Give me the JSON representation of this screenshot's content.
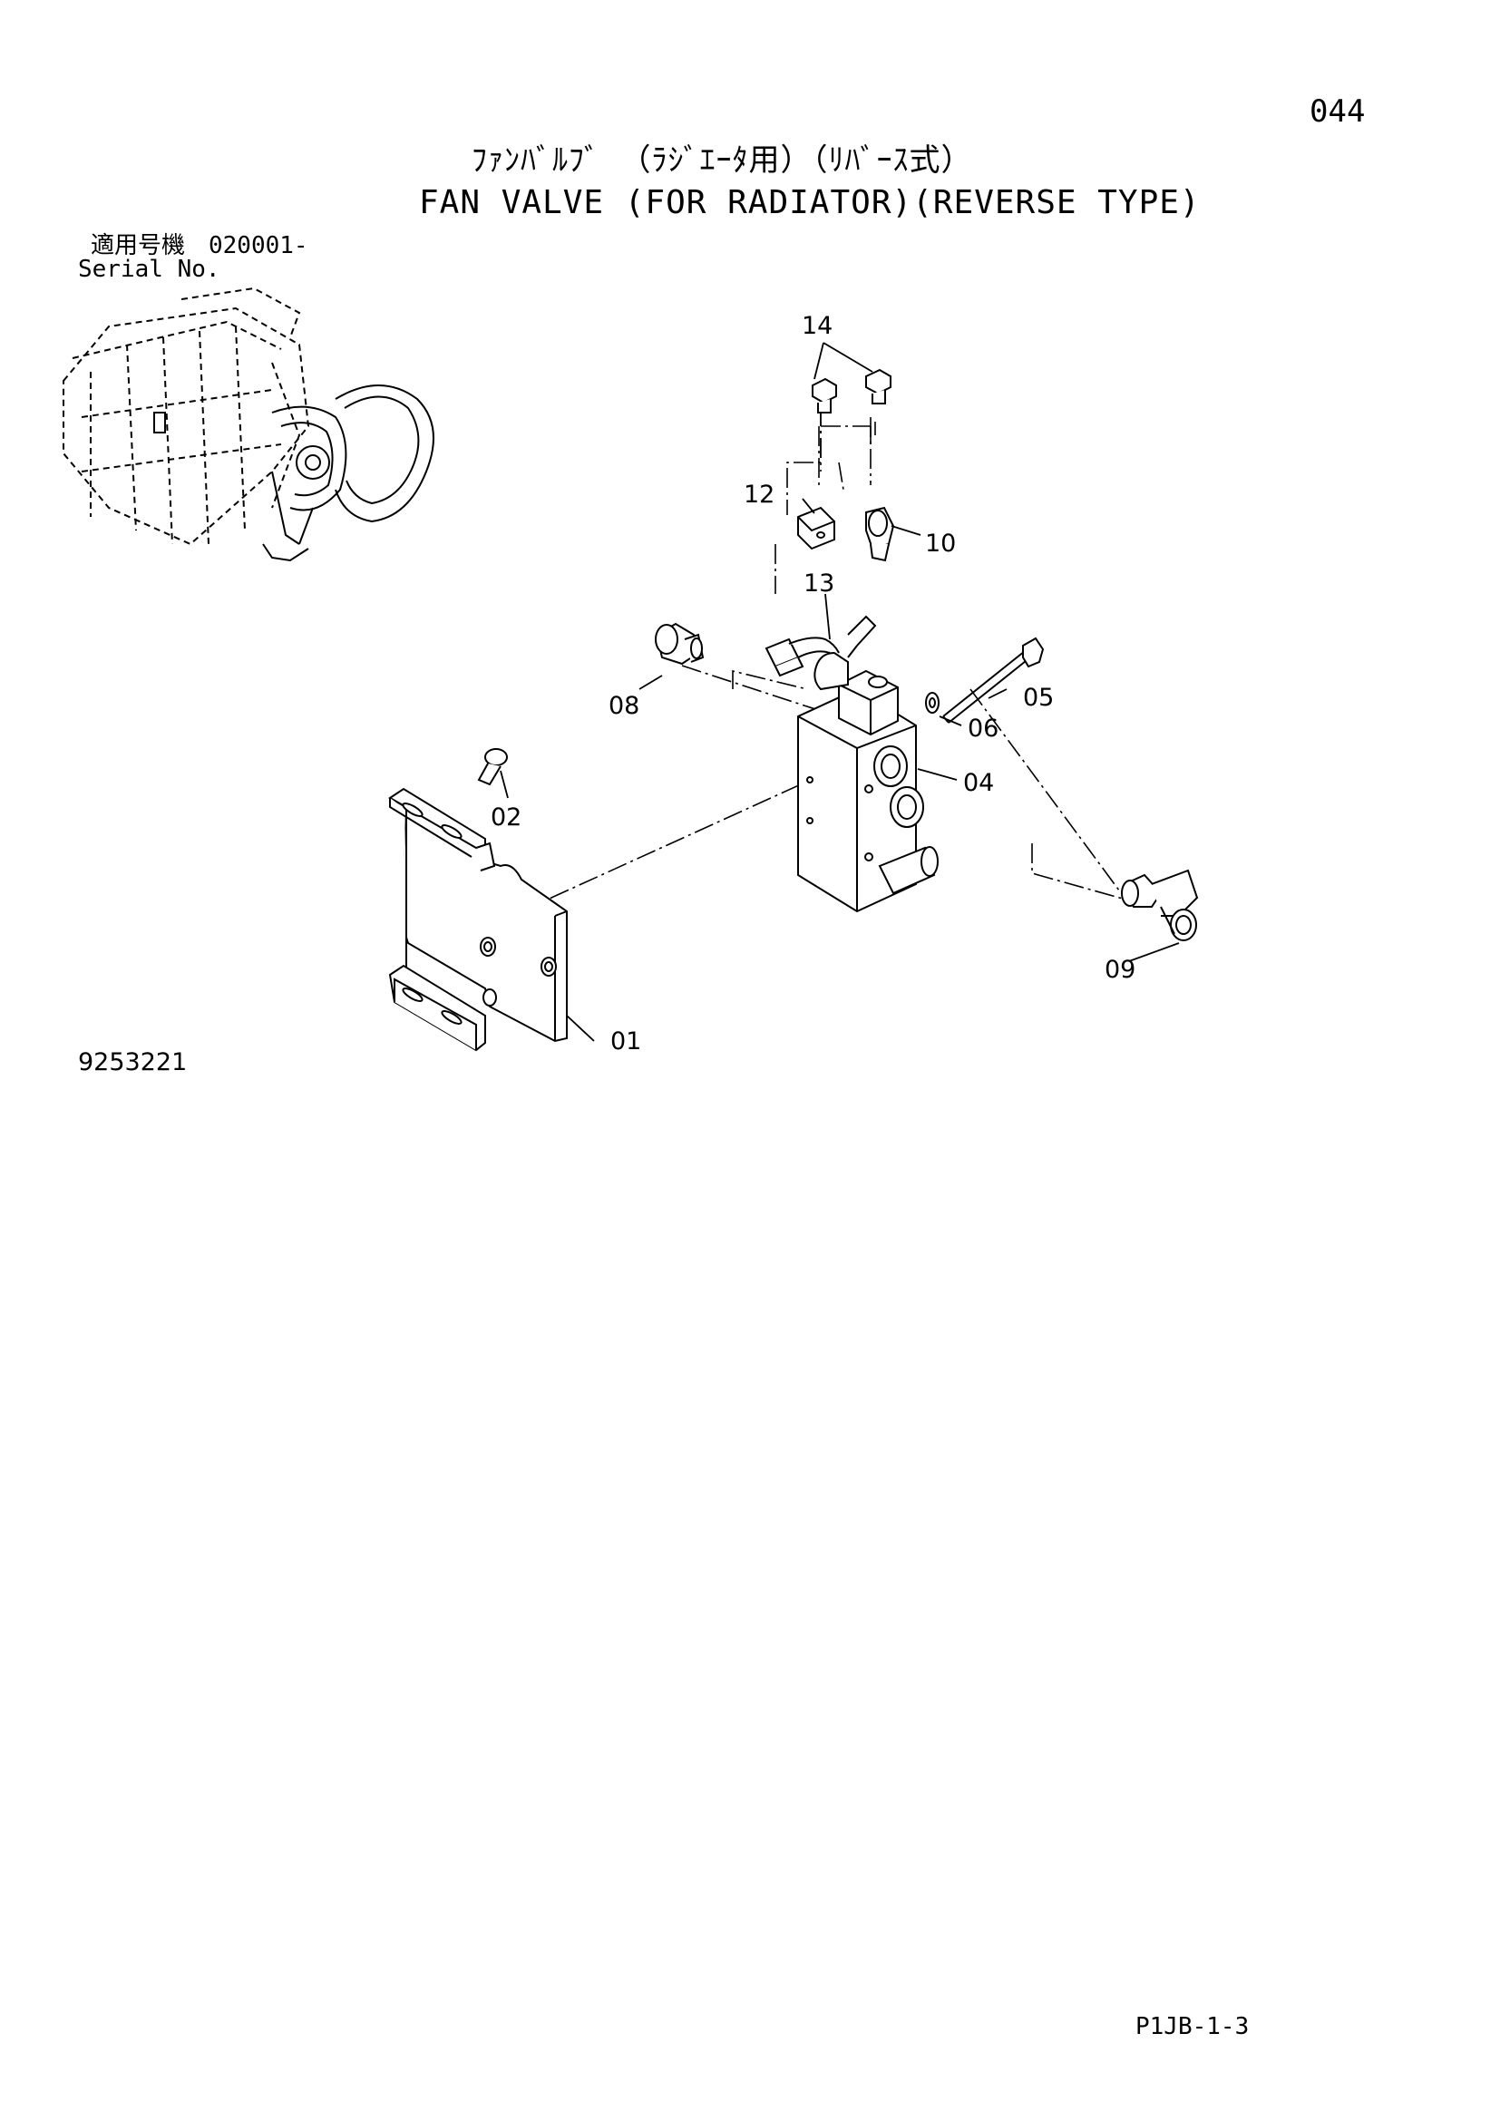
{
  "header": {
    "page_number": "044",
    "title_jp": "ﾌｧﾝﾊﾞﾙﾌﾞ （ﾗｼﾞｴｰﾀ用）（ﾘﾊﾞｰｽ式）",
    "title_en": "FAN VALVE (FOR RADIATOR)(REVERSE TYPE)",
    "serial_label_jp": "適用号機　020001-",
    "serial_label_en": "Serial No."
  },
  "callouts": {
    "c01": "01",
    "c02": "02",
    "c04": "04",
    "c05": "05",
    "c06": "06",
    "c08": "08",
    "c09": "09",
    "c10": "10",
    "c12": "12",
    "c13": "13",
    "c14": "14"
  },
  "footer": {
    "drawing_number": "9253221",
    "sheet_reference": "P1JB-1-3"
  }
}
